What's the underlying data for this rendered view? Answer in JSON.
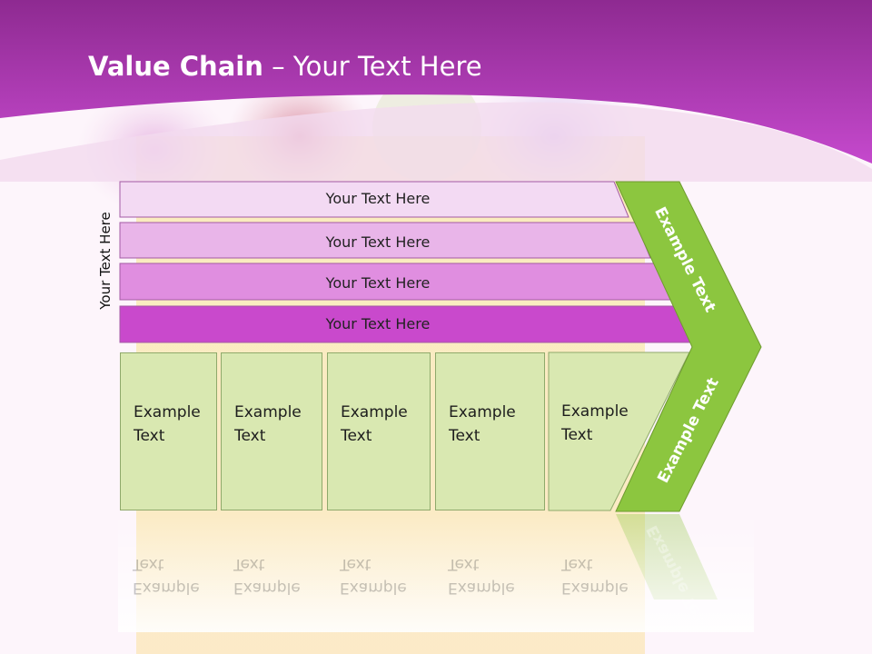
{
  "slide": {
    "title_bold": "Value Chain",
    "title_rest": " – Your Text Here",
    "side_label": "Your Text Here"
  },
  "bars": [
    {
      "label": "Your Text Here",
      "color": "#f3daf3"
    },
    {
      "label": "Your Text Here",
      "color": "#e9b5e9"
    },
    {
      "label": "Your Text Here",
      "color": "#e08ee0"
    },
    {
      "label": "Your Text Here",
      "color": "#c949cc"
    }
  ],
  "boxes": [
    {
      "label": "Example Text"
    },
    {
      "label": "Example Text"
    },
    {
      "label": "Example Text"
    },
    {
      "label": "Example Text"
    },
    {
      "label": "Example Text"
    }
  ],
  "arrow": {
    "upper_label": "Example Text",
    "lower_label": "Example Text",
    "color": "#8cc63f"
  },
  "colors": {
    "header": "#b23ec0",
    "box_fill": "#d9e8b1",
    "accent_green": "#8cc63f"
  }
}
